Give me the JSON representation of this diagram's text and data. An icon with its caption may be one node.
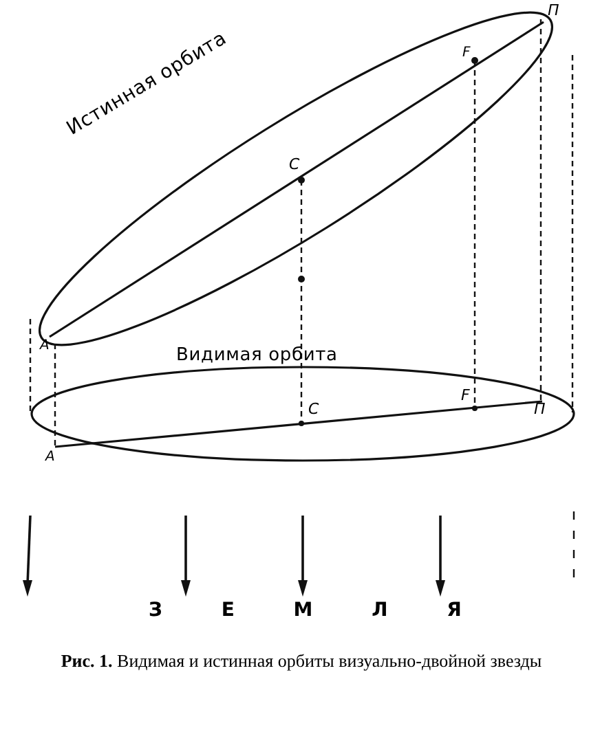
{
  "diagram": {
    "caption": "**Рис. 1.** Видимая и истинная орбиты визуально-двойной звезды",
    "labels": [
      "П",
      "F",
      "Истинная орбита",
      "C",
      "A",
      "Видимая орбита",
      "F",
      "C",
      "П",
      "A",
      "З Е М Л Я"
    ]
  }
}
